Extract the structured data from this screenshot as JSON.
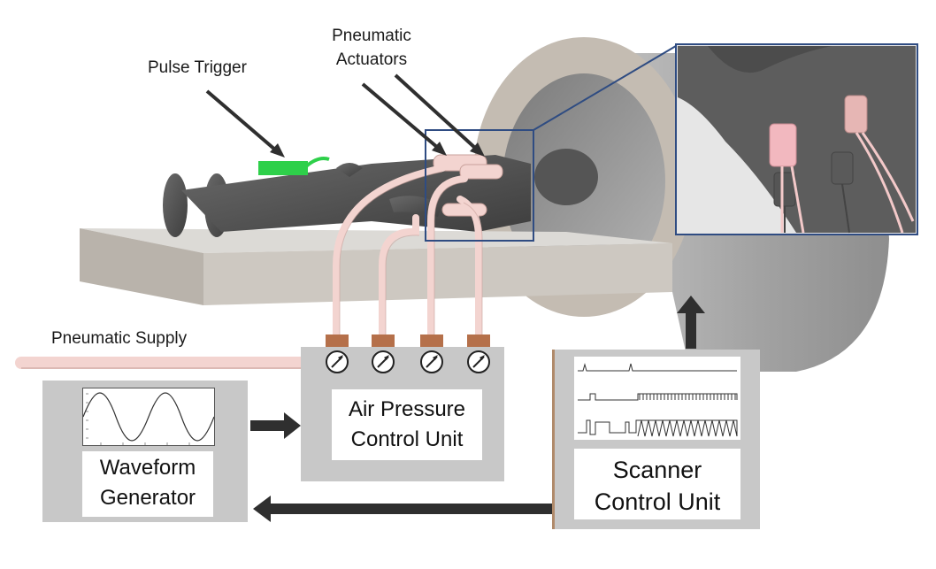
{
  "labels": {
    "pulse_trigger": "Pulse Trigger",
    "pneumatic_actuators_line1": "Pneumatic",
    "pneumatic_actuators_line2": "Actuators",
    "pneumatic_supply": "Pneumatic Supply"
  },
  "units": {
    "waveform_line1": "Waveform",
    "waveform_line2": "Generator",
    "air_line1": "Air Pressure",
    "air_line2": "Control Unit",
    "scanner_line1": "Scanner",
    "scanner_line2": "Control Unit"
  },
  "colors": {
    "tube": "#f3d4d0",
    "tube_edge": "#c9a19b",
    "valve": "#b5704a",
    "unit_bg": "#c8c8c8",
    "inset_border": "#2f4c82",
    "trigger": "#2ed04a",
    "arrow": "#2f2f2f",
    "figure": "#4a4a4a",
    "bore": "#9a9a9a",
    "ring_face": "#c0b8ae"
  },
  "icons": [
    "pressure-gauge-icon",
    "pressure-gauge-icon",
    "pressure-gauge-icon",
    "pressure-gauge-icon",
    "sine-wave-plot",
    "pulse-sequence-plot"
  ]
}
